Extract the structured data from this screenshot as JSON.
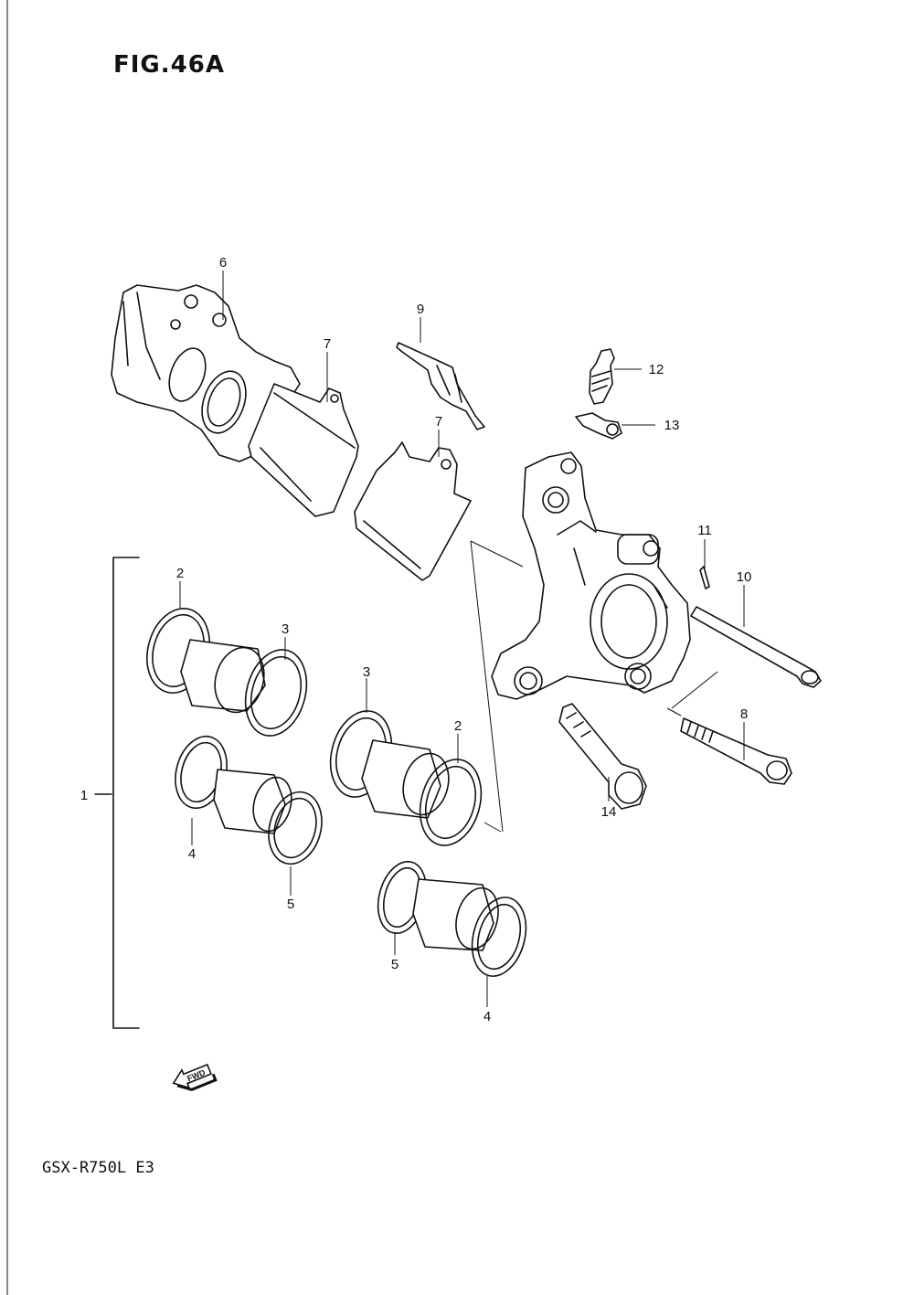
{
  "figure": {
    "title": "FIG.46A",
    "model_code": "GSX-R750L  E3",
    "fwd_label": "FWD"
  },
  "callouts": [
    {
      "id": "c6",
      "label": "6"
    },
    {
      "id": "c7a",
      "label": "7"
    },
    {
      "id": "c9",
      "label": "9"
    },
    {
      "id": "c12",
      "label": "12"
    },
    {
      "id": "c13",
      "label": "13"
    },
    {
      "id": "c7b",
      "label": "7"
    },
    {
      "id": "c11",
      "label": "11"
    },
    {
      "id": "c10",
      "label": "10"
    },
    {
      "id": "c2a",
      "label": "2"
    },
    {
      "id": "c3a",
      "label": "3"
    },
    {
      "id": "c1",
      "label": "1"
    },
    {
      "id": "c3b",
      "label": "3"
    },
    {
      "id": "c2b",
      "label": "2"
    },
    {
      "id": "c8",
      "label": "8"
    },
    {
      "id": "c4a",
      "label": "4"
    },
    {
      "id": "c5a",
      "label": "5"
    },
    {
      "id": "c14",
      "label": "14"
    },
    {
      "id": "c5b",
      "label": "5"
    },
    {
      "id": "c4b",
      "label": "4"
    }
  ]
}
